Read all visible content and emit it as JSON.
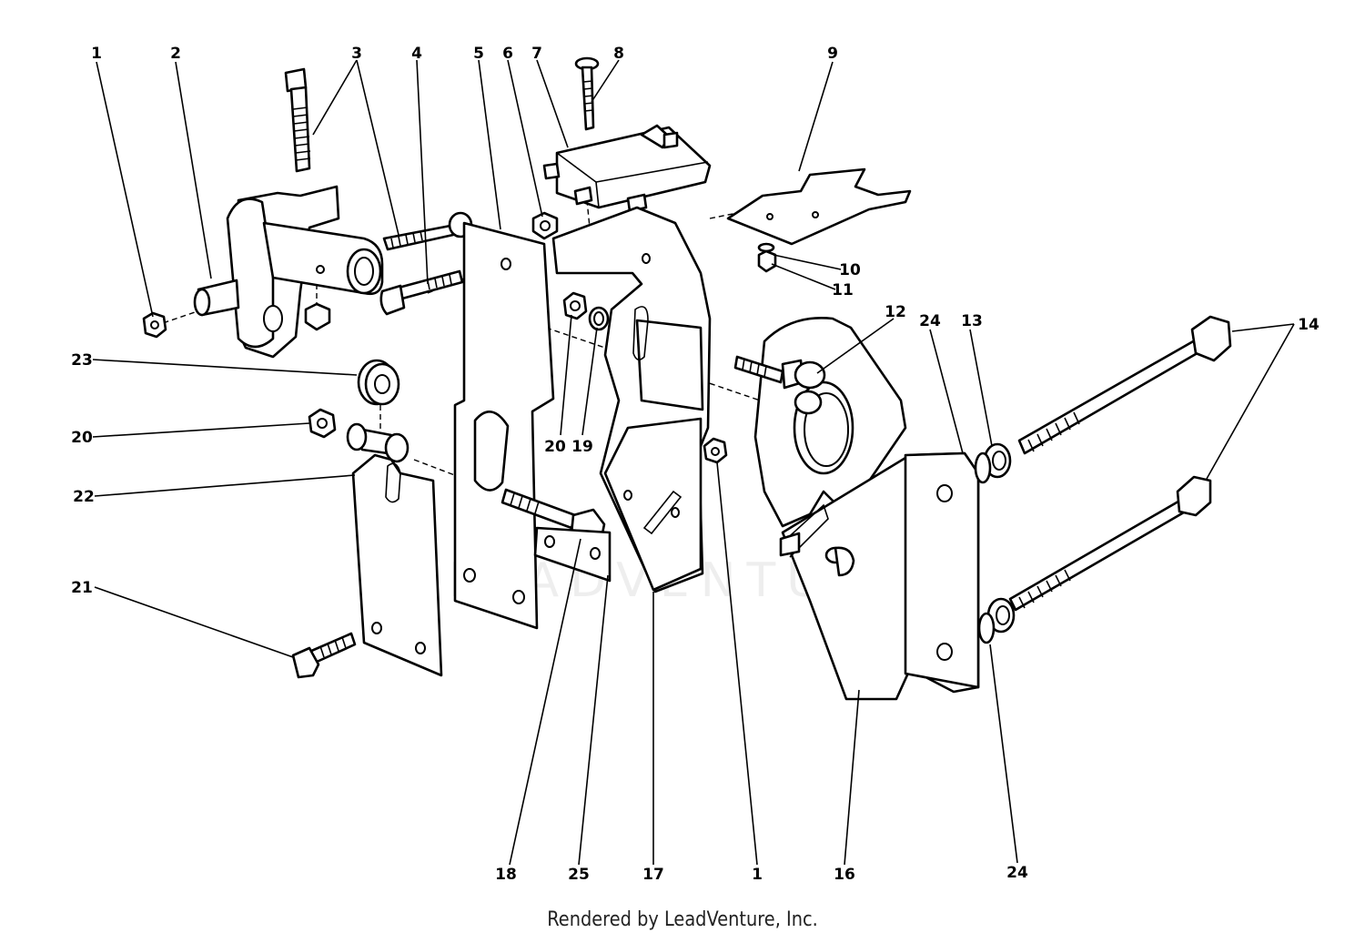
{
  "diagram": {
    "callouts": [
      "1",
      "2",
      "3",
      "4",
      "5",
      "6",
      "7",
      "8",
      "9",
      "10",
      "11",
      "12",
      "24",
      "13",
      "14",
      "23",
      "20",
      "19",
      "20",
      "22",
      "21",
      "18",
      "25",
      "17",
      "1",
      "16",
      "24"
    ],
    "watermark": "LEADVENTURE",
    "colors": {
      "ink": "#000000",
      "paper": "#ffffff"
    }
  },
  "footer": {
    "text": "Rendered by LeadVenture, Inc."
  }
}
